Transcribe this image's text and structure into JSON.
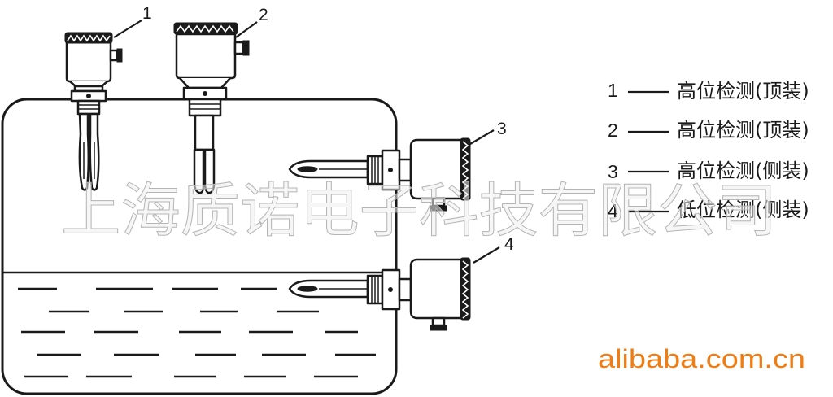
{
  "callouts": {
    "sensor_1": "1",
    "sensor_2": "2",
    "sensor_3": "3",
    "sensor_4": "4"
  },
  "legend": [
    {
      "number": "1",
      "label": "高位检测(顶装)"
    },
    {
      "number": "2",
      "label": "高位检测(顶装)"
    },
    {
      "number": "3",
      "label": "高位检测(侧装)"
    },
    {
      "number": "4",
      "label": "低位检测(侧装)"
    }
  ],
  "watermark": "上海质诺电子科技有限公司",
  "site_mark": "alibaba.com.cn",
  "colors": {
    "ink": "#1a1a1a",
    "watermark": "#b5b5b5",
    "site_mark": "#f07d14"
  }
}
